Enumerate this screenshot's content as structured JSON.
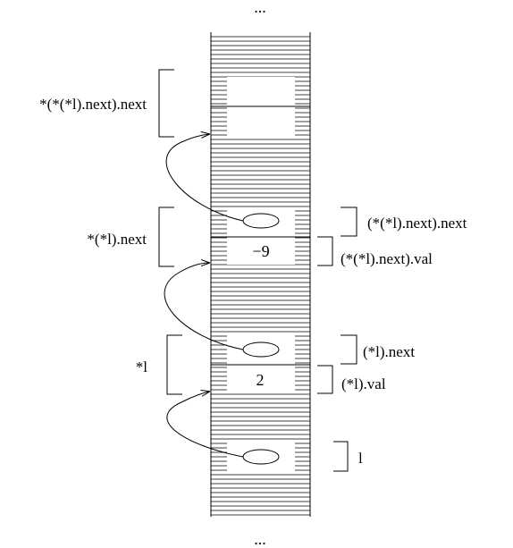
{
  "memory": {
    "top_ellipsis": "...",
    "bottom_ellipsis": "...",
    "cells": {
      "node3": "",
      "node2_val": "−9",
      "node1_val": "2"
    }
  },
  "labels": {
    "node3": "*(*(*l).next).next",
    "node2": "*(*l).next",
    "node2_next": "(*(*l).next).next",
    "node2_val": "(*(*l).next).val",
    "node1": "*l",
    "node1_next": "(*l).next",
    "node1_val": "(*l).val",
    "var_l": "l"
  }
}
